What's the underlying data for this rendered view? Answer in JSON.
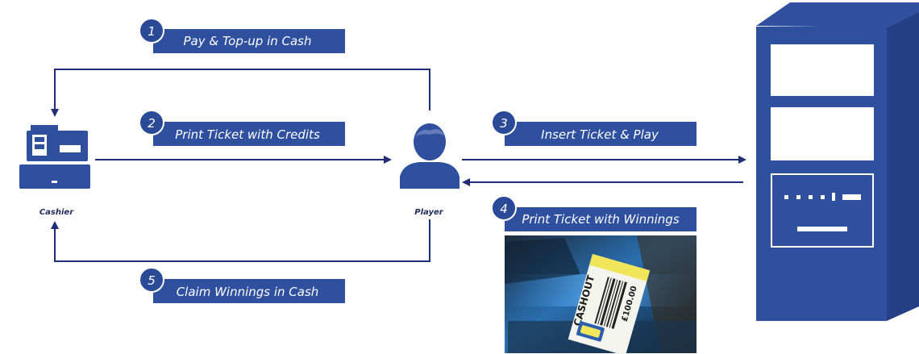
{
  "colors": {
    "primary": "#2f4f9f",
    "line": "#1f2d7a",
    "badge": "#2a4a98",
    "white": "#ffffff"
  },
  "actors": {
    "cashier": {
      "label": "Cashier",
      "icon": "cash-register-icon"
    },
    "player": {
      "label": "Player",
      "icon": "person-icon"
    },
    "machine": {
      "icon": "slot-machine-icon"
    }
  },
  "steps": [
    {
      "number": "1",
      "label": "Pay & Top-up in Cash"
    },
    {
      "number": "2",
      "label": "Print Ticket with Credits"
    },
    {
      "number": "3",
      "label": "Insert Ticket & Play"
    },
    {
      "number": "4",
      "label": "Print Ticket with Winnings"
    },
    {
      "number": "5",
      "label": "Claim Winnings in Cash"
    }
  ],
  "ticket": {
    "header": "CASHOUT",
    "amount": "£100.00"
  }
}
